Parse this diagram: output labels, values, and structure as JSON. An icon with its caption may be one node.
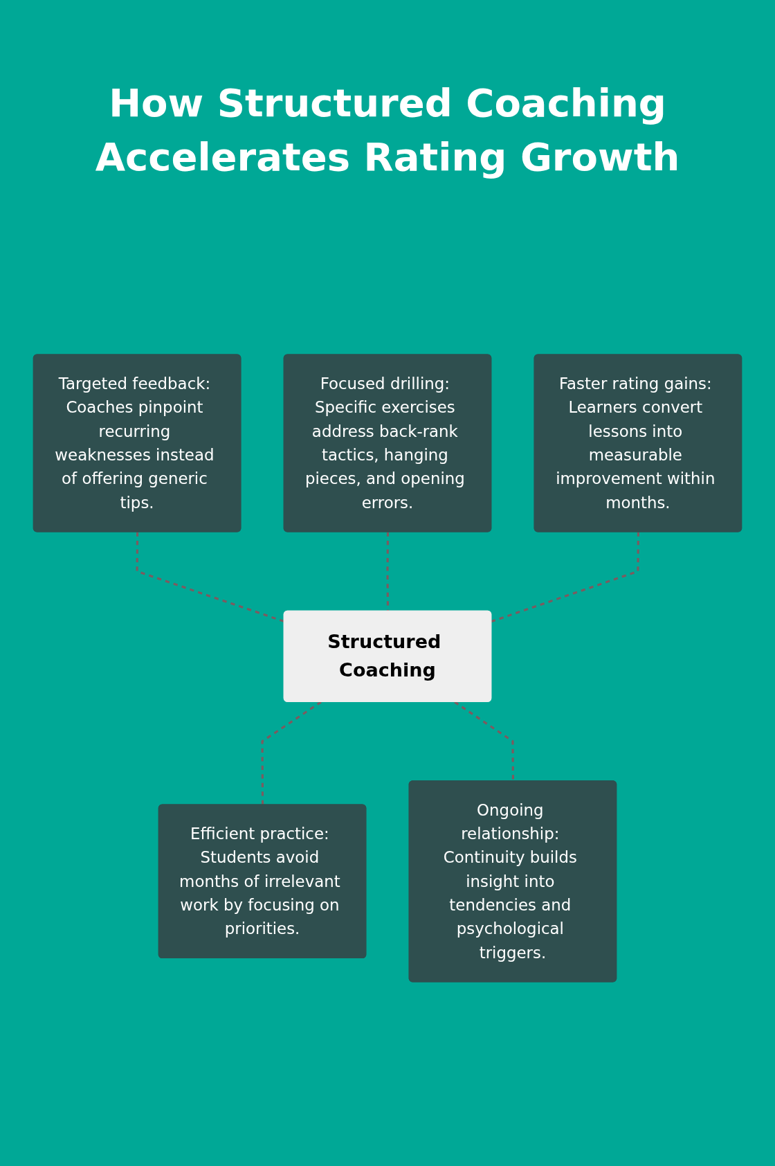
{
  "diagram": {
    "title": "How Structured Coaching Accelerates Rating Growth",
    "nodes": [
      {
        "text": [
          "Targeted feedback: Coaches pinpoint recurring weaknesses instead of offering generic tips."
        ]
      },
      {
        "text": [
          "Focused drilling: Specific exercises address back-rank tactics, hanging pieces, and opening errors."
        ]
      },
      {
        "text": [
          "Faster rating gains: Learners convert lessons into measurable improvement within months."
        ]
      },
      {
        "text": [
          "Structured Coaching"
        ]
      },
      {
        "text": [
          "Efficient practice: Students avoid months of irrelevant work by focusing on priorities."
        ]
      },
      {
        "text": [
          "Ongoing relationship: Continuity builds insight into tendencies and psychological triggers."
        ]
      }
    ],
    "edges": [
      {
        "from": 0,
        "to": 3,
        "arrow": "none",
        "style": "dashed"
      },
      {
        "from": 1,
        "to": 3,
        "arrow": "none",
        "style": "dashed"
      },
      {
        "from": 2,
        "to": 3,
        "arrow": "none",
        "style": "dashed"
      },
      {
        "from": 3,
        "to": 4,
        "arrow": "none",
        "style": "dashed"
      },
      {
        "from": 3,
        "to": 5,
        "arrow": "none",
        "style": "dashed"
      }
    ]
  }
}
